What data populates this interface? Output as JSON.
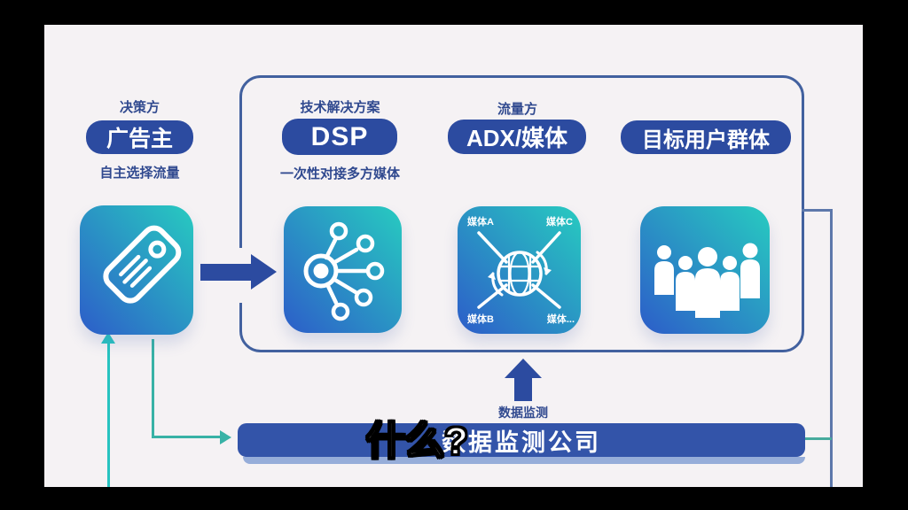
{
  "diagram": {
    "advertiser": {
      "role_label": "决策方",
      "title": "广告主",
      "sub_label": "自主选择流量"
    },
    "dsp": {
      "role_label": "技术解决方案",
      "title": "DSP",
      "sub_label": "一次性对接多方媒体"
    },
    "adx": {
      "role_label": "流量方",
      "title": "ADX/媒体",
      "media_top_left": "媒体A",
      "media_top_right": "媒体C",
      "media_bottom_left": "媒体B",
      "media_bottom_right": "媒体..."
    },
    "audience": {
      "title": "目标用户群体"
    },
    "monitoring": {
      "arrow_label": "数据监测",
      "company": "数据监测公司"
    },
    "icons": {
      "advertiser": "price-tag-icon",
      "dsp": "network-hub-icon",
      "adx": "globe-media-icon",
      "audience": "people-group-icon"
    },
    "colors": {
      "pill_navy": "#2c4ba0",
      "container_border": "#42619f",
      "icon_gradient_teal": "#27cbc0",
      "icon_gradient_blue": "#2d5dc9",
      "teal_line": "#27c3c0",
      "company_bar": "#3354a9",
      "bar_underline": "#96add9",
      "canvas_background": "#f5f2f4",
      "letterbox": "#000000"
    }
  },
  "overlay": {
    "subtitle": "什么?"
  }
}
